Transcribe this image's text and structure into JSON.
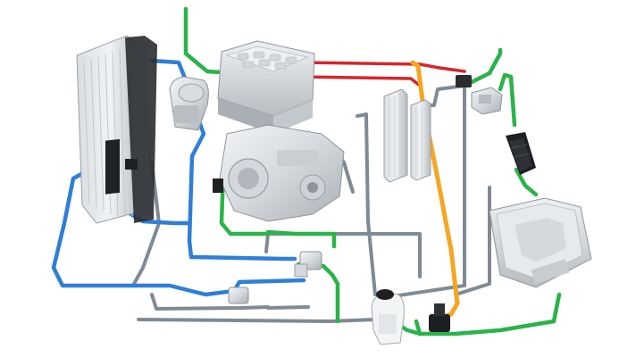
{
  "scene": {
    "description_free": true,
    "colors": {
      "background": "#ffffff",
      "coolant_green": "#2bb34a",
      "coolant_blue": "#2f7fd6",
      "refrigerant_gray": "#7f8a94",
      "hv_red": "#d8252a",
      "orange_line": "#f5a623",
      "metal_light": "#e6e9ec",
      "metal_mid": "#c3c8cd",
      "metal_dark": "#8e959c",
      "black_part": "#1d1f22"
    },
    "components": [
      {
        "id": "radiator",
        "icon": "radiator-icon"
      },
      {
        "id": "cooling-fan-shroud",
        "icon": "fan-shroud-icon"
      },
      {
        "id": "water-pump",
        "icon": "pump-icon"
      },
      {
        "id": "power-electronics-module",
        "icon": "inverter-icon"
      },
      {
        "id": "electric-drive-unit",
        "icon": "motor-gearbox-icon"
      },
      {
        "id": "heat-exchanger-left",
        "icon": "heat-exchanger-icon"
      },
      {
        "id": "heat-exchanger-right",
        "icon": "heat-exchanger-icon"
      },
      {
        "id": "chiller",
        "icon": "chiller-icon"
      },
      {
        "id": "filter-canister",
        "icon": "filter-icon"
      },
      {
        "id": "battery-pack",
        "icon": "battery-icon"
      },
      {
        "id": "expansion-tank",
        "icon": "reservoir-icon"
      },
      {
        "id": "multi-way-valve",
        "icon": "valve-icon"
      },
      {
        "id": "control-valve-center",
        "icon": "valve-icon"
      },
      {
        "id": "control-valve-lower",
        "icon": "valve-icon"
      }
    ]
  }
}
